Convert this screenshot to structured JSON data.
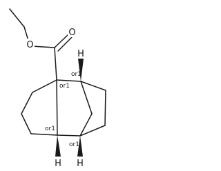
{
  "molecule": {
    "atoms": {
      "ester_oxygen": "O",
      "carbonyl_oxygen": "O",
      "h_top_bridgehead": "H",
      "h_bottom_bridgehead": "H",
      "h_bottom_fusion": "H"
    },
    "stereo_labels": {
      "quaternary_carbon": "or1",
      "top_bridgehead": "or1",
      "bottom_fusion": "or1",
      "bottom_bridgehead": "or1"
    }
  }
}
